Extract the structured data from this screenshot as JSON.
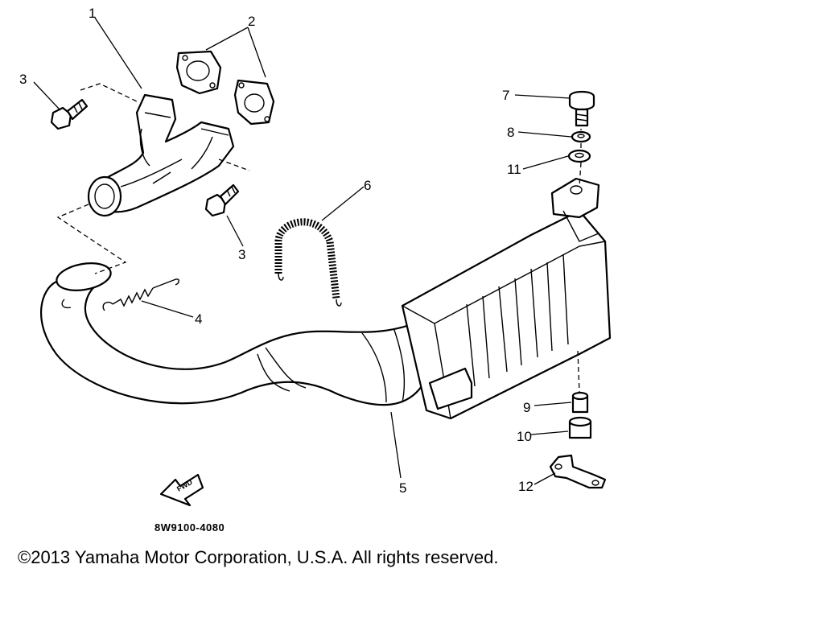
{
  "callouts": {
    "c1": "1",
    "c2": "2",
    "c3a": "3",
    "c3b": "3",
    "c4": "4",
    "c5": "5",
    "c6": "6",
    "c7": "7",
    "c8": "8",
    "c9": "9",
    "c10": "10",
    "c11": "11",
    "c12": "12"
  },
  "fwd_label": "FWD",
  "diagram_code": "8W9100-4080",
  "copyright": "©2013 Yamaha Motor Corporation, U.S.A. All rights reserved."
}
